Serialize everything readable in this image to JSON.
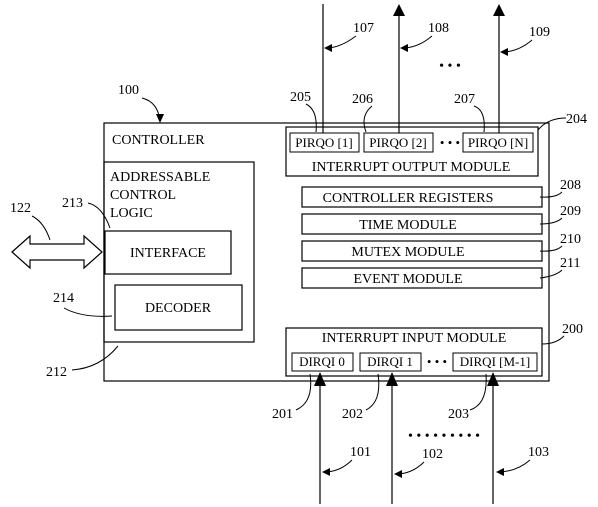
{
  "controller": {
    "ref": "100",
    "title": "CONTROLLER",
    "addressable_logic": {
      "ref": "212",
      "line1": "ADDRESSABLE",
      "line2": "CONTROL",
      "line3": "LOGIC",
      "interface": {
        "ref": "213",
        "label": "INTERFACE"
      },
      "decoder": {
        "ref": "214",
        "label": "DECODER"
      }
    },
    "output_module": {
      "ref": "204",
      "title": "INTERRUPT OUTPUT MODULE",
      "ports": [
        {
          "ref": "205",
          "label": "PIRQO [1]",
          "line_ref": "107"
        },
        {
          "ref": "206",
          "label": "PIRQO [2]",
          "line_ref": "108"
        },
        {
          "ref": "207",
          "label": "PIRQO [N]",
          "line_ref": "109"
        }
      ]
    },
    "modules": [
      {
        "ref": "208",
        "label": "CONTROLLER REGISTERS"
      },
      {
        "ref": "209",
        "label": "TIME MODULE"
      },
      {
        "ref": "210",
        "label": "MUTEX MODULE"
      },
      {
        "ref": "211",
        "label": "EVENT MODULE"
      }
    ],
    "input_module": {
      "ref": "200",
      "title": "INTERRUPT INPUT MODULE",
      "ports": [
        {
          "ref": "201",
          "label": "DIRQI 0",
          "line_ref": "101"
        },
        {
          "ref": "202",
          "label": "DIRQI 1",
          "line_ref": "102"
        },
        {
          "ref": "203",
          "label": "DIRQI [M-1]",
          "line_ref": "103"
        }
      ]
    }
  },
  "bus": {
    "ref": "122"
  },
  "ellipsis": {
    "ports": "• • •",
    "outputs": "• • •",
    "inputs": "• • • • • • • • •"
  }
}
